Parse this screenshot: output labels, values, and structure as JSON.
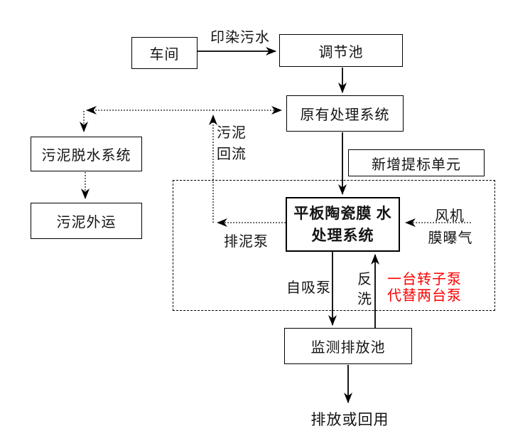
{
  "diagram": {
    "colors": {
      "line": "#000000",
      "note_red": "#fe0000",
      "background": "#ffffff",
      "text": "#141414"
    },
    "nodes": {
      "workshop": "车间",
      "regulating_tank": "调节池",
      "original_system": "原有处理系统",
      "sludge_dewatering": "污泥脱水系统",
      "sludge_export": "污泥外运",
      "new_upgrade_unit": "新增提标单元",
      "ceramic_membrane_line1": "平板陶瓷膜",
      "ceramic_membrane_line2": "水处理系统",
      "monitoring_tank": "监测排放池",
      "discharge_or_reuse": "排放或回用"
    },
    "labels": {
      "influent": "印染污水",
      "sludge_return_l1": "污泥",
      "sludge_return_l2": "回流",
      "sludge_pump": "排泥泵",
      "fan": "风机",
      "membrane_aeration": "膜曝气",
      "self_priming_pump": "自吸泵",
      "backwash_c1": "反",
      "backwash_c2": "洗",
      "note_l1": "一台转子泵",
      "note_l2": "代替两台泵"
    }
  }
}
